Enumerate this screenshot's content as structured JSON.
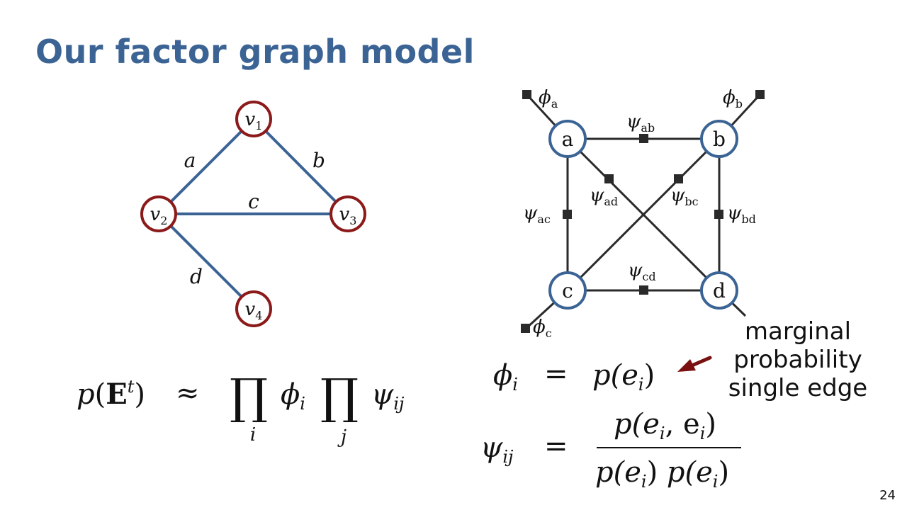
{
  "slide": {
    "title": "Our factor graph model",
    "page_number": "24"
  },
  "graph": {
    "nodes": [
      {
        "base": "v",
        "sub": "1"
      },
      {
        "base": "v",
        "sub": "2"
      },
      {
        "base": "v",
        "sub": "3"
      },
      {
        "base": "v",
        "sub": "4"
      }
    ],
    "edges": [
      "a",
      "b",
      "c",
      "d"
    ],
    "node_color": "#8b1a1a",
    "edge_color": "#3b6495"
  },
  "factor_graph": {
    "nodes": [
      "a",
      "b",
      "c",
      "d"
    ],
    "unary": [
      {
        "base": "ϕ",
        "sub": "a"
      },
      {
        "base": "ϕ",
        "sub": "b"
      },
      {
        "base": "ϕ",
        "sub": "c"
      }
    ],
    "pairwise": [
      {
        "base": "ψ",
        "sub": "ab"
      },
      {
        "base": "ψ",
        "sub": "ad"
      },
      {
        "base": "ψ",
        "sub": "bc"
      },
      {
        "base": "ψ",
        "sub": "ac"
      },
      {
        "base": "ψ",
        "sub": "bd"
      },
      {
        "base": "ψ",
        "sub": "cd"
      }
    ],
    "node_color": "#3b6495"
  },
  "formulas": {
    "lhs_p": "p",
    "lhs_E": "E",
    "lhs_t": "t",
    "approx": "≈",
    "prod": "∏",
    "prod_i": "i",
    "prod_j": "j",
    "phi_i": "ϕ",
    "psi_ij": "ψ",
    "sub_i": "i",
    "sub_ij": "ij",
    "equals": "=",
    "phi_rhs": "p(e",
    "pair_num": "p(e",
    "pair_den": "p(e"
  },
  "annotation": {
    "lines": [
      "marginal",
      "probability",
      "single edge"
    ],
    "arrow_color": "#7a1010"
  }
}
